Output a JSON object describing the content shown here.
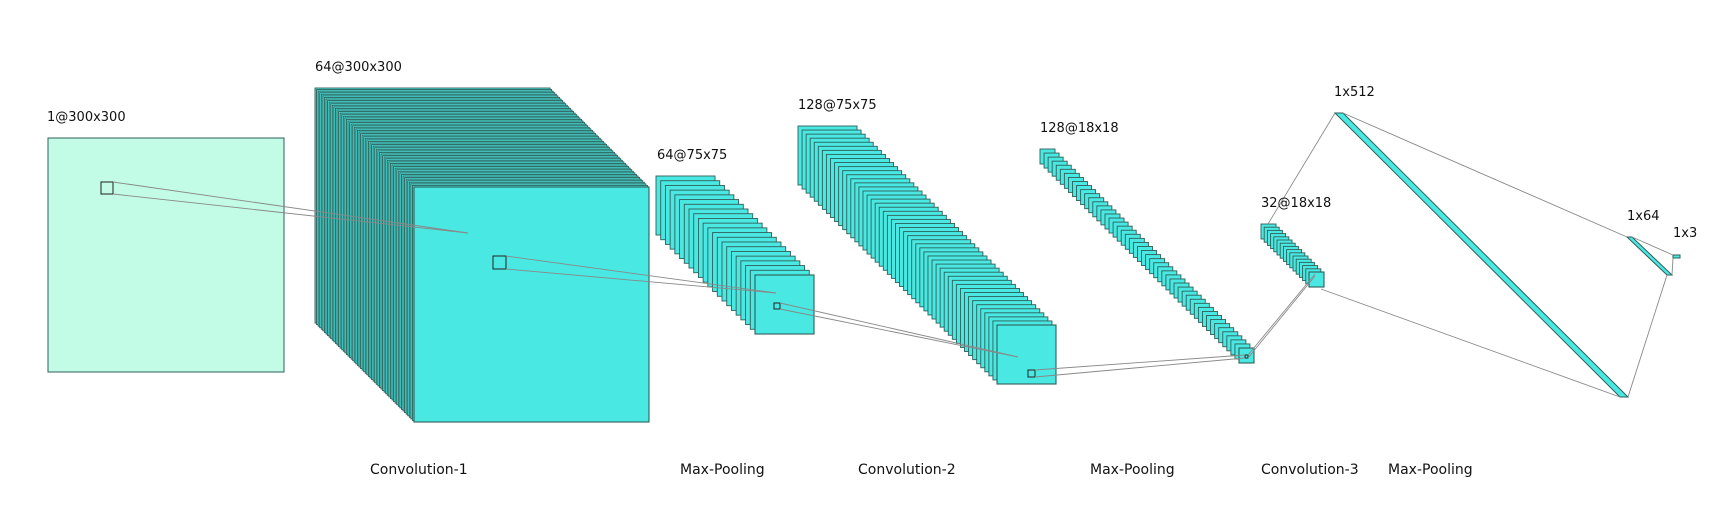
{
  "diagram": {
    "colors": {
      "input_fill": "#c2fbe6",
      "feature_fill": "#4ae8e2",
      "edge": "#2f5f5a",
      "connector": "#888888"
    },
    "layers": {
      "input": "1@300x300",
      "conv1": "64@300x300",
      "pool1": "64@75x75",
      "conv2": "128@75x75",
      "pool2": "128@18x18",
      "conv3": "32@18x18",
      "fc1": "1x512",
      "fc2": "1x64",
      "fc3": "1x3"
    },
    "operations": {
      "op1": "Convolution-1",
      "op2": "Max-Pooling",
      "op3": "Convolution-2",
      "op4": "Max-Pooling",
      "op5": "Convolution-3",
      "op6": "Max-Pooling"
    }
  }
}
